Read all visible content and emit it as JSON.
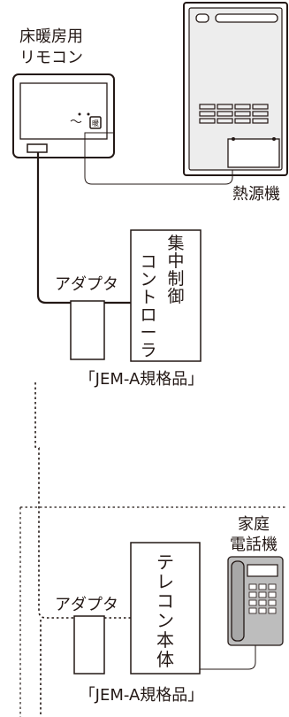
{
  "remote": {
    "label_line1": "床暖房用",
    "label_line2": "リモコン",
    "button_text": "暖"
  },
  "heat_source": {
    "label": "熱源機"
  },
  "central_controller": {
    "label_chars": [
      "集",
      "中",
      "制",
      "御",
      "コ",
      "ン",
      "ト",
      "ロ",
      "ー",
      "ラ"
    ]
  },
  "adapter_top": {
    "label": "アダプタ"
  },
  "jem_top": {
    "label": "「JEM-A規格品」"
  },
  "telephone": {
    "label_line1": "家庭",
    "label_line2": "電話機"
  },
  "telecon": {
    "label_chars": [
      "テ",
      "レ",
      "コ",
      "ン",
      "本",
      "体"
    ]
  },
  "adapter_bottom": {
    "label": "アダプタ"
  },
  "jem_bottom": {
    "label": "「JEM-A規格品」"
  },
  "colors": {
    "line": "#231815",
    "heat_source_fill": "#eeeeee",
    "phone_fill": "#bdbdbd"
  }
}
